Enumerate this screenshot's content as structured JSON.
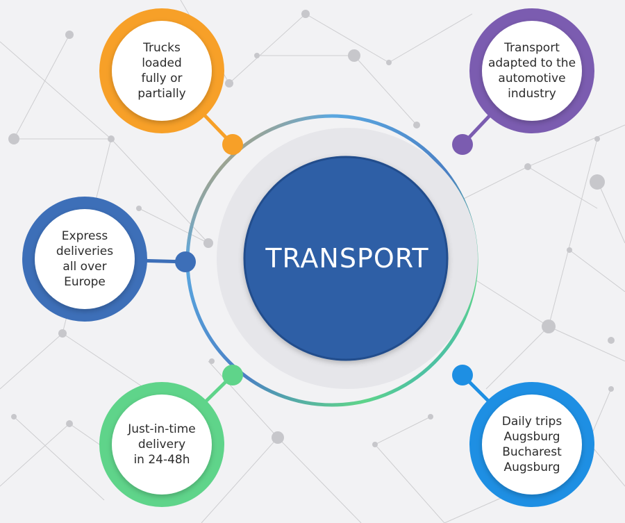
{
  "center": {
    "title": "TRANSPORT",
    "color": "#2d5ea6"
  },
  "nodes": [
    {
      "id": "trucks",
      "label": "Trucks\nloaded\nfully or\npartially",
      "color": "#f7a028",
      "icon": "orange-ring"
    },
    {
      "id": "automotive",
      "label": "Transport\nadapted to the\nautomotive\nindustry",
      "color": "#7b5cb0",
      "icon": "purple-ring"
    },
    {
      "id": "express",
      "label": "Express\ndeliveries\nall over\nEurope",
      "color": "#3d6fb8",
      "icon": "blue-ring"
    },
    {
      "id": "jit",
      "label": "Just-in-time\ndelivery\nin 24-48h",
      "color": "#5fd48a",
      "icon": "green-ring"
    },
    {
      "id": "daily",
      "label": "Daily trips\nAugsburg\nBucharest\nAugsburg",
      "color": "#1e8fe3",
      "icon": "sky-blue-ring"
    }
  ],
  "ring_color": "#5aa7e0"
}
